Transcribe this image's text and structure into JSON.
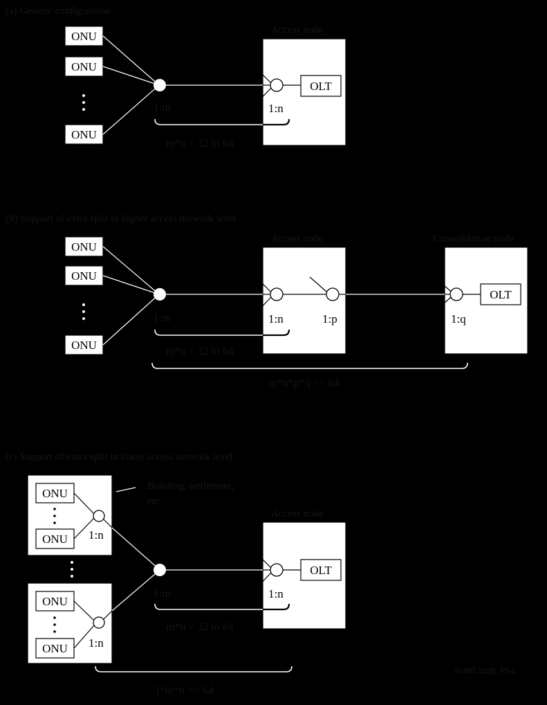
{
  "sections": {
    "a": {
      "title": "(a) Generic configuration",
      "access_node": "Access node",
      "onu": "ONU",
      "olt": "OLT",
      "split_m": "1:m",
      "split_n": "1:n",
      "formula": "m*n = 32 to 64"
    },
    "b": {
      "title": "(b) Support of extra split in higher access network level",
      "access_node": "Access node",
      "consolidation_node": "Consolidation node",
      "onu": "ONU",
      "olt": "OLT",
      "split_m": "1:m",
      "split_n": "1:n",
      "split_p": "1:p",
      "split_q": "1:q",
      "formula_mn": "m*n = 32 to 64",
      "formula_mnpq": "m*n*p*q >> 64"
    },
    "c": {
      "title": "(c) Support of extra split in lower access network level",
      "building": "Building, settlement,",
      "building2": "etc",
      "access_node": "Access node",
      "onu": "ONU",
      "olt": "OLT",
      "split_m": "1:m",
      "split_n": "1:n",
      "formula_mn": "m*n = 32 to 64",
      "formula_lmn": "l*m*n >> 64"
    }
  },
  "figure_id": "G.987.1(10)_F5-1",
  "colors": {
    "background": "#000000",
    "box": "#ffffff",
    "line": "#000000"
  }
}
